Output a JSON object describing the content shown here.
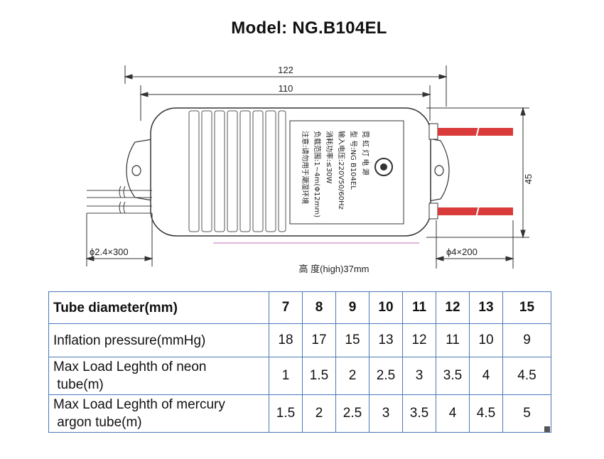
{
  "title": "Model: NG.B104EL",
  "drawing": {
    "dim_overall_length": "122",
    "dim_body_length": "110",
    "dim_width": "45",
    "input_wire": "ϕ2.4×300",
    "output_wire": "ϕ4×200",
    "height_note": "高 度(high)37mm",
    "label_lines": [
      "霓 虹 灯 电 源",
      "型    号:NG B104EL",
      "输入电压:220V50/60Hz",
      "消耗功率:≤30W",
      "负载范围:1~4m(Φ12mm)",
      "注意:请勿用于潮湿环境"
    ],
    "colors": {
      "output_wire": "#d93a3a",
      "outline": "#333333"
    }
  },
  "table": {
    "header_label": "Tube diameter(mm)",
    "diameters": [
      "7",
      "8",
      "9",
      "10",
      "11",
      "12",
      "13",
      "15"
    ],
    "rows": [
      {
        "label_line1": "Inflation pressure(mmHg)",
        "label_line2": "",
        "values": [
          "18",
          "17",
          "15",
          "13",
          "12",
          "11",
          "10",
          "9"
        ]
      },
      {
        "label_line1": "Max Load Leghth of neon",
        "label_line2": " tube(m)",
        "values": [
          "1",
          "1.5",
          "2",
          "2.5",
          "3",
          "3.5",
          "4",
          "4.5"
        ]
      },
      {
        "label_line1": "Max Load Leghth of mercury",
        "label_line2": " argon tube(m)",
        "values": [
          "1.5",
          "2",
          "2.5",
          "3",
          "3.5",
          "4",
          "4.5",
          "5"
        ]
      }
    ],
    "border_color": "#4a78b8"
  }
}
